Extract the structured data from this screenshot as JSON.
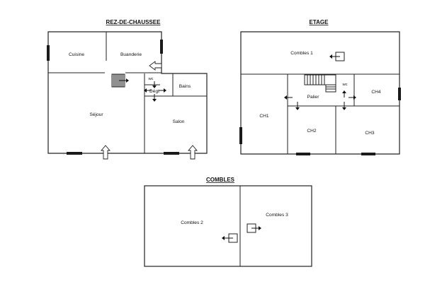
{
  "titles": {
    "ground": "REZ-DE-CHAUSSEE",
    "upper": "ETAGE",
    "attic": "COMBLES"
  },
  "ground_rooms": {
    "kitchen": "Cuisine",
    "laundry": "Buanderie",
    "wc": "wc",
    "hall": "Dégt",
    "bath": "Bains",
    "living": "Séjour",
    "lounge": "Salon"
  },
  "upper_rooms": {
    "attic1": "Combles 1",
    "landing": "Palier",
    "wc": "wc",
    "ch1": "CH1",
    "ch2": "CH2",
    "ch3": "CH3",
    "ch4": "CH4"
  },
  "attic_rooms": {
    "attic2": "Combles 2",
    "attic3": "Combles 3"
  },
  "colors": {
    "ink": "#222222",
    "paper": "#ffffff"
  }
}
